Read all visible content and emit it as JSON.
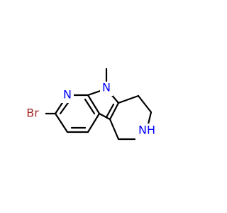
{
  "colors": {
    "bond": "#000000",
    "nitrogen": "#0000ff",
    "bromine": "#a52a2a",
    "background": "#ffffff"
  },
  "labels": {
    "br": "Br",
    "n_pyridine": "N",
    "n_indole": "N",
    "nh": "NH"
  }
}
